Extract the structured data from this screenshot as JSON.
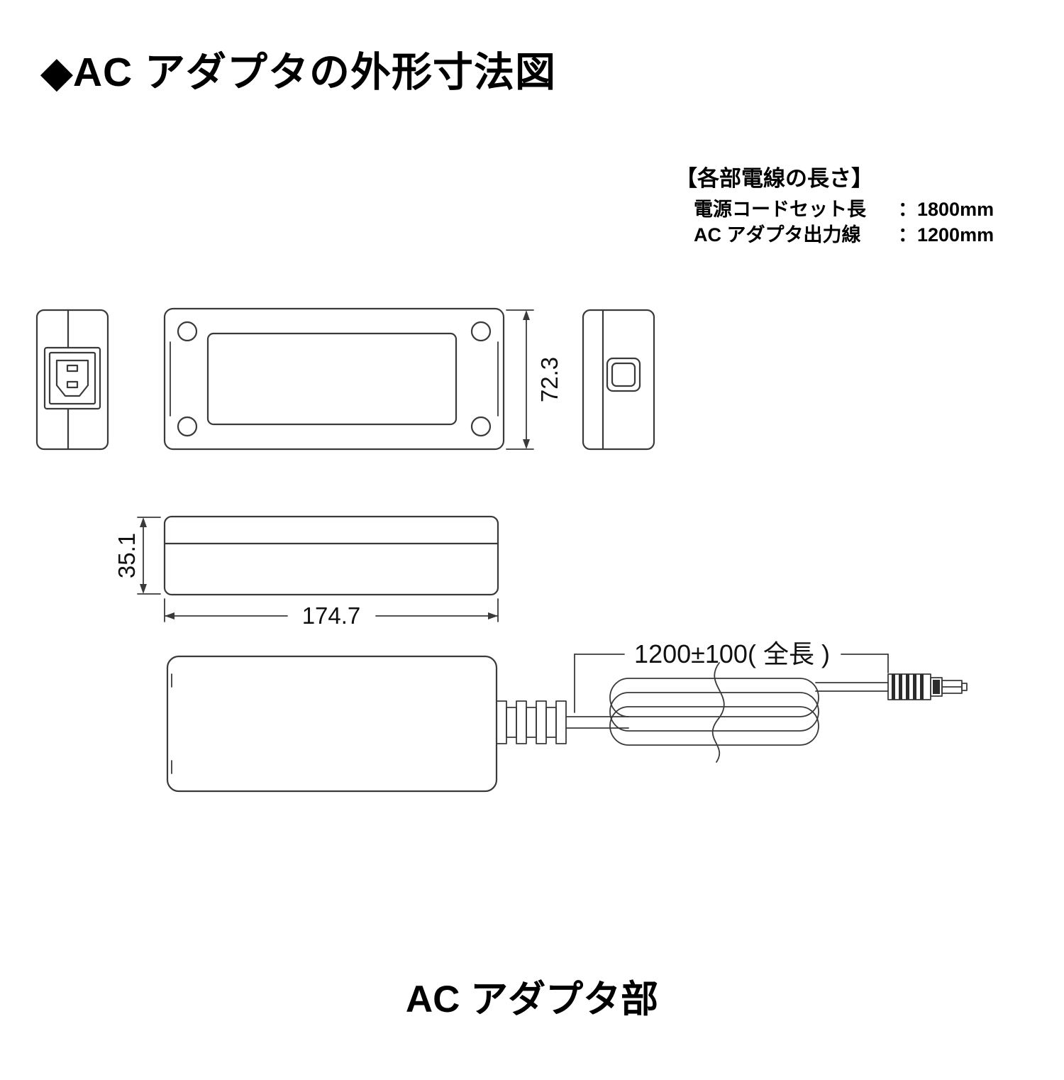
{
  "page": {
    "title": "◆AC アダプタの外形寸法図",
    "footer": "AC アダプタ部"
  },
  "wire_lengths": {
    "heading": "【各部電線の長さ】",
    "rows": [
      {
        "label": "電源コードセット長",
        "value": "：1800mm"
      },
      {
        "label": "AC アダプタ出力線",
        "value": "：1200mm"
      }
    ]
  },
  "dimensions": {
    "body_width": "72.3",
    "body_height": "35.1",
    "body_length": "174.7",
    "output_cable_length": "1200±100( 全長 )"
  },
  "colors": {
    "line": "#3a3a3a",
    "text": "#000000",
    "background": "#ffffff"
  }
}
